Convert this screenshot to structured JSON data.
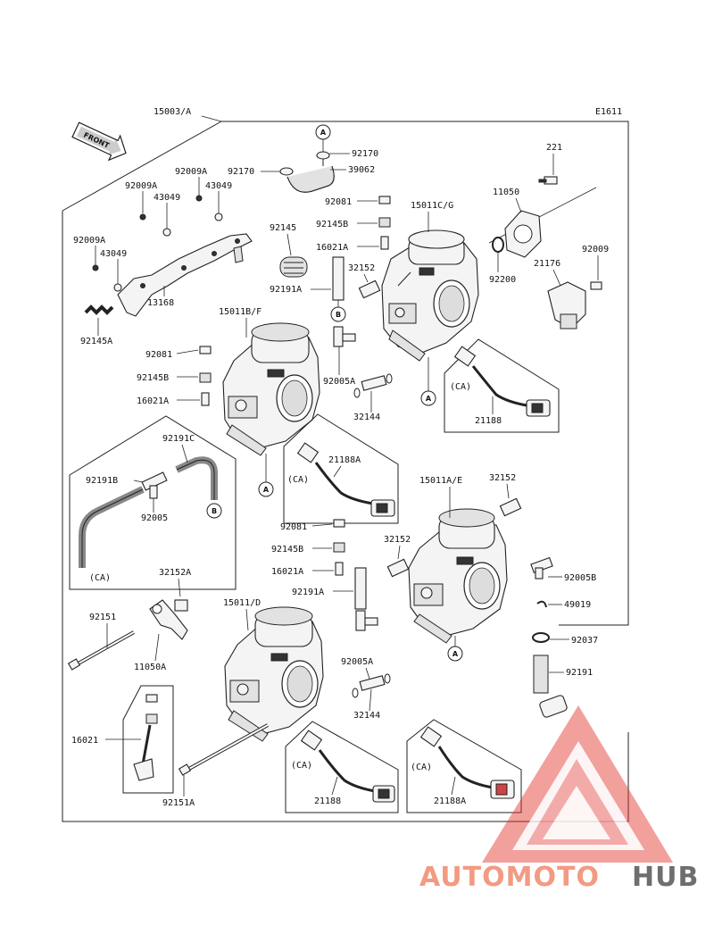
{
  "diagram": {
    "code": "E1611",
    "front_label": "FRONT",
    "main_assembly_label": "15003/A",
    "bubbles": {
      "a": "A",
      "b": "B"
    },
    "ca": "(CA)",
    "parts": {
      "p92170a": "92170",
      "p92170b": "92170",
      "p39062": "39062",
      "p92009a_top": "92009A",
      "p43049_top": "43049",
      "p92009a_l2": "92009A",
      "p43049_l2": "43049",
      "p92009a_l3": "92009A",
      "p43049_l3": "43049",
      "p92145": "92145",
      "p13168": "13168",
      "p92145a": "92145A",
      "p92081_top": "92081",
      "p92145b_top": "92145B",
      "p16021a_top": "16021A",
      "p15011c": "15011C/G",
      "p221": "221",
      "p11050": "11050",
      "p92009": "92009",
      "p21176": "21176",
      "p92200": "92200",
      "p32152_top": "32152",
      "p92191a_top": "92191A",
      "p15011b": "15011B/F",
      "p92081_l": "92081",
      "p92145b_l": "92145B",
      "p16021a_l": "16021A",
      "p92005a_top": "92005A",
      "p32144_top": "32144",
      "p21188_top": "21188",
      "p92191c": "92191C",
      "p92191b": "92191B",
      "p92005": "92005",
      "p21188a_mid": "21188A",
      "p15011a": "15011A/E",
      "p32152_r": "32152",
      "p92081_m": "92081",
      "p92145b_m": "92145B",
      "p16021a_m": "16021A",
      "p32152_m": "32152",
      "p92191a_m": "92191A",
      "p92005b": "92005B",
      "p49019": "49019",
      "p92037": "92037",
      "p92191": "92191",
      "p32152a": "32152A",
      "p92151": "92151",
      "p11050a": "11050A",
      "p15011d": "15011/D",
      "p92005a_bot": "92005A",
      "p32144_bot": "32144",
      "p16021": "16021",
      "p92151a": "92151A",
      "p21188_bot": "21188",
      "p21188a_bot": "21188A"
    }
  },
  "watermark": {
    "brand_part1": "AUTOMOTO",
    "brand_part2": "HUB",
    "color_primary": "#f08a6e",
    "color_secondary": "#555555",
    "color_triangle": "#e2332c",
    "icon": "triangle-logo-icon"
  }
}
